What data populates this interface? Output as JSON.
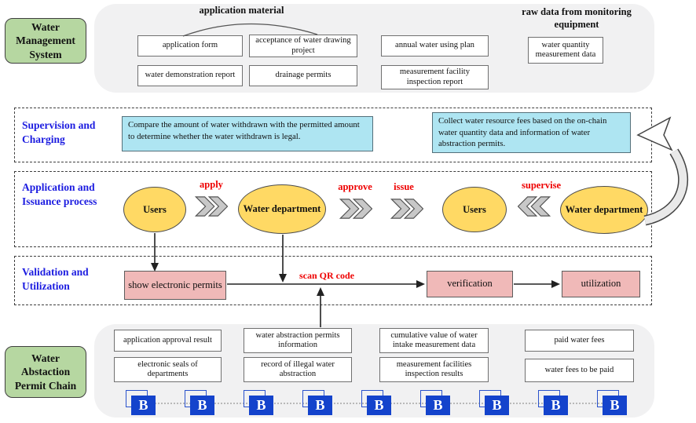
{
  "system_label": "Water Management System",
  "chain_label": "Water Abstaction Permit Chain",
  "top_panel": {
    "application_material_title": "application material",
    "raw_data_title": "raw data from monitoring equipment",
    "application_form": "application form",
    "acceptance": "acceptance of water drawing project",
    "annual_plan": "annual water using plan",
    "water_quantity": "water quantity measurement data",
    "demonstration_report": "water demonstration report",
    "drainage_permits": "drainage permits",
    "facility_inspection": "measurement facility inspection report"
  },
  "supervision": {
    "label": "Supervision and Charging",
    "compare_note": "Compare the amount of water withdrawn with the permitted amount to determine whether the water withdrawn is legal.",
    "collect_note": "Collect water resource fees based on the on-chain water quantity data and information of water abstraction permits."
  },
  "application": {
    "label": "Application and Issuance process",
    "users": "Users",
    "water_department": "Water department",
    "apply": "apply",
    "approve": "approve",
    "issue": "issue",
    "supervise": "supervise"
  },
  "validation": {
    "label": "Validation and Utilization",
    "show_permits": "show electronic permits",
    "scan_qr": "scan QR code",
    "verification": "verification",
    "utilization": "utilization"
  },
  "chain_panel": {
    "approval_result": "application approval result",
    "permits_info": "water abstraction permits information",
    "cumulative_value": "cumulative value of water intake measurement data",
    "paid_fees": "paid water fees",
    "electronic_seals": "electronic seals of departments",
    "illegal_record": "record of illegal water abstraction",
    "facilities_results": "measurement facilities inspection results",
    "fees_to_pay": "water fees to be paid",
    "block_letter": "B",
    "block_count": 9
  },
  "colors": {
    "green": "#b6d7a1",
    "yellow": "#ffd964",
    "cyan": "#aee5f2",
    "pink": "#f0b9b8",
    "blue_label": "#1c1ce0",
    "red_label": "#ee0000",
    "block_blue": "#1443cc",
    "panel_gray": "#f1f1f2"
  }
}
